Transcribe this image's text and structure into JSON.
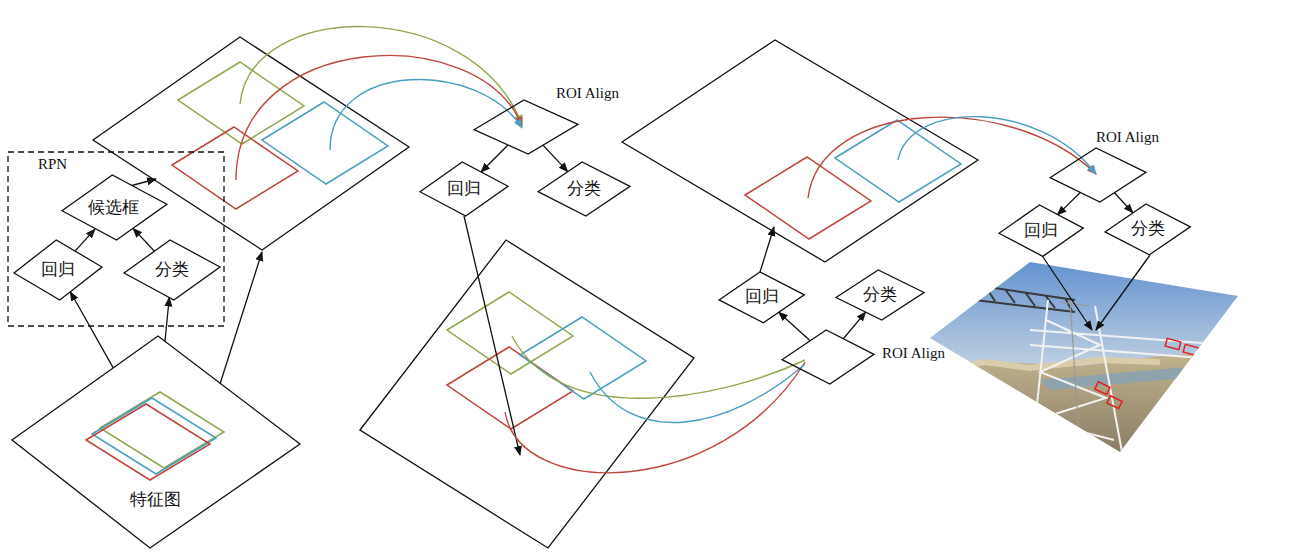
{
  "diagram": {
    "nodes": [
      {
        "text": [
          "RPN"
        ]
      },
      {
        "text": [
          "候选框"
        ],
        "in": 0
      },
      {
        "text": [
          "回归"
        ],
        "in": 0
      },
      {
        "text": [
          "分类"
        ],
        "in": 0
      },
      {
        "text": [
          "特征图"
        ]
      },
      {
        "text": [
          "ROI Align"
        ]
      },
      {
        "text": [
          "回归"
        ]
      },
      {
        "text": [
          "分类"
        ]
      },
      {
        "text": [
          "ROI Align"
        ]
      },
      {
        "text": [
          "回归"
        ]
      },
      {
        "text": [
          "分类"
        ]
      },
      {
        "text": [
          "ROI Align"
        ]
      },
      {
        "text": [
          "回归"
        ]
      },
      {
        "text": [
          "分类"
        ]
      }
    ],
    "edges": [
      {
        "from": 4,
        "to": 2,
        "arrow": "to"
      },
      {
        "from": 4,
        "to": 3,
        "arrow": "to"
      },
      {
        "from": 2,
        "to": 1,
        "arrow": "to"
      },
      {
        "from": 3,
        "to": 1,
        "arrow": "to"
      },
      {
        "from": 5,
        "to": 6,
        "arrow": "to"
      },
      {
        "from": 5,
        "to": 7,
        "arrow": "to"
      },
      {
        "from": 8,
        "to": 9,
        "arrow": "to"
      },
      {
        "from": 8,
        "to": 10,
        "arrow": "to"
      },
      {
        "from": 11,
        "to": 12,
        "arrow": "to"
      },
      {
        "from": 11,
        "to": 13,
        "arrow": "to"
      }
    ]
  }
}
